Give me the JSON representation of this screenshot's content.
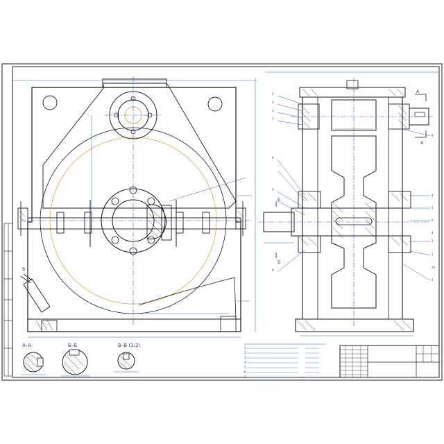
{
  "colors": {
    "outline": "#1a1a1a",
    "dim": "#2a5bd7",
    "dim_light": "#7fa8ff",
    "pitch": "#e8a040",
    "hatch": "#333333",
    "background": "#ffffff"
  },
  "sections": {
    "a": "А–А",
    "b": "Б–Б",
    "v": "В–В (1:2)"
  },
  "view_marks": {
    "a_left": "А",
    "a_right": "А",
    "b_left": "Б",
    "b_right": "Б",
    "v_mark": "В"
  },
  "position_numbers": {
    "left_stack": [
      "2",
      "5",
      "3",
      "7",
      "6",
      "9",
      "8"
    ],
    "right_stack": [
      "9",
      "8",
      "5",
      "6",
      "4",
      "3",
      "7",
      "10",
      "2"
    ]
  },
  "notes": {
    "numbers": [
      "1",
      "2",
      "3",
      "4",
      "5",
      "6",
      "7"
    ]
  }
}
